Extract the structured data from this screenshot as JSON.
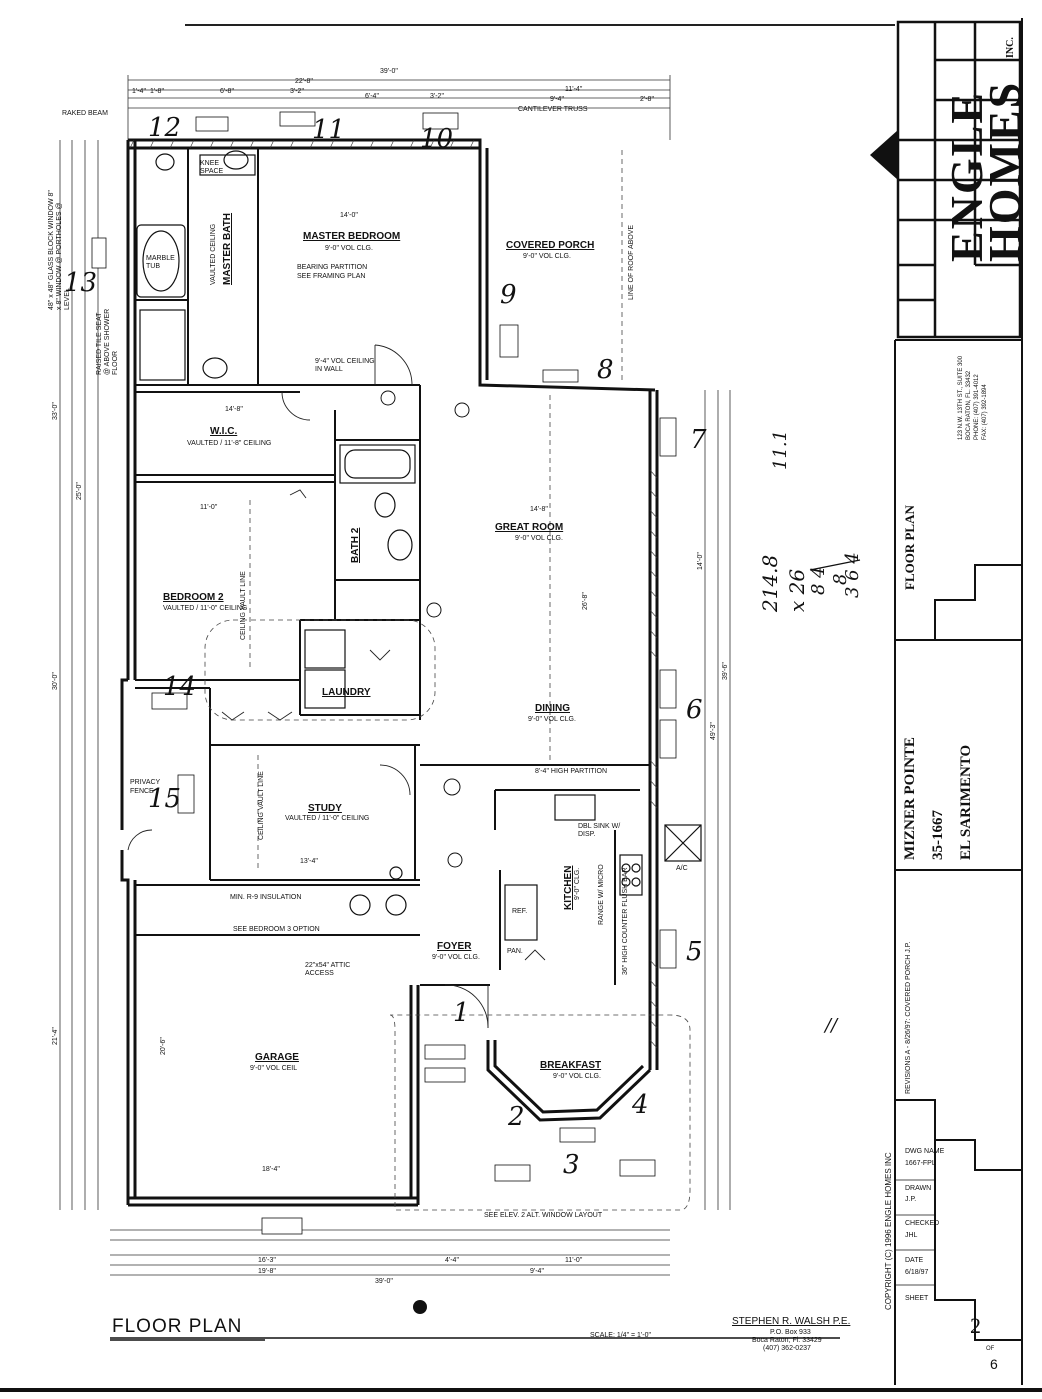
{
  "sheet": {
    "bottom_title": "FLOOR PLAN",
    "scale_label": "SCALE: 1/4\" = 1'-0\"",
    "engineer": {
      "name": "STEPHEN R. WALSH P.E.",
      "line1": "P.O. Box 933",
      "line2": "Boca Raton, Fl. 33429",
      "line3": "(407) 362-0237"
    }
  },
  "rooms": {
    "master_bedroom": "MASTER BEDROOM",
    "master_bedroom_sub": "9'-0\" VOL CLG.",
    "covered_porch": "COVERED PORCH",
    "covered_porch_sub": "9'-0\" VOL CLG.",
    "master_bath": "MASTER BATH",
    "master_bath_sub": "VAULTED CEILING",
    "wic": "W.I.C.",
    "wic_sub": "VAULTED / 11'-8\" CEILING",
    "great_room": "GREAT ROOM",
    "great_room_sub": "9'-0\" VOL CLG.",
    "bedroom2": "BEDROOM 2",
    "bedroom2_sub": "VAULTED / 11'-0\" CEILING",
    "bath2": "BATH 2",
    "laundry": "LAUNDRY",
    "dining": "DINING",
    "dining_sub": "9'-0\" VOL CLG.",
    "study": "STUDY",
    "study_sub": "VAULTED / 11'-0\" CEILING",
    "kitchen": "KITCHEN",
    "kitchen_sub": "9'-0\" CLG.",
    "foyer": "FOYER",
    "foyer_sub": "9'-0\" VOL CLG.",
    "garage": "GARAGE",
    "garage_sub": "9'-0\" VOL CEIL",
    "breakfast": "BREAKFAST",
    "breakfast_sub": "9'-0\" VOL CLG.",
    "privacy_fence": "PRIVACY FENCE"
  },
  "notes": {
    "cantilever": "CANTILEVER TRUSS",
    "rafted_beam": "RAKED BEAM",
    "bearing_partition": "BEARING PARTITION",
    "see_framing": "SEE FRAMING PLAN",
    "line_of_roof": "LINE OF ROOF ABOVE",
    "vol_ceiling_wall": "9'-4\" VOL CEILING IN WALL",
    "ceiling_vault_line": "CEILING VAULT LINE",
    "high_partition": "8'-4\" HIGH PARTITION",
    "min_insulation": "MIN. R-9 INSULATION",
    "see_bedroom_option": "SEE BEDROOM 3 OPTION",
    "attic_access": "22\"x54\" ATTIC ACCESS",
    "see_elev": "SEE ELEV. 2 ALT. WINDOW LAYOUT",
    "range": "RANGE W/ MICRO",
    "dbl_sink": "DBL SINK W/ DISP.",
    "bar_note": "36\" HIGH COUNTER FLUSH BAR",
    "ac": "A/C",
    "marble_tub": "MARBLE TUB",
    "knee_space": "KNEE SPACE",
    "raised_tile": "RAISED TILE SEAT @ ABOVE SHOWER FLOOR",
    "glass_block": "48\" x 48\" GLASS BLOCK WINDOW 8\" x 8\" WINDOW @ PORTHOLES @ LEVEL",
    "pantry": "PAN.",
    "ref": "REF."
  },
  "dimensions": {
    "top_total": "39'-0\"",
    "top_sub1": "22'-8\"",
    "top_sub2": "11'-4\"",
    "top_a": "1'-4\"",
    "top_b": "1'-8\"",
    "top_c": "6'-8\"",
    "top_d": "3'-2\"",
    "top_e": "6'-4\"",
    "top_f": "3'-2\"",
    "top_g": "9'-4\"",
    "top_h": "2'-8\"",
    "bottom_total": "39'-0\"",
    "bottom_a": "19'-8\"",
    "bottom_b": "16'-3\"",
    "bottom_c": "9'-4\"",
    "bottom_d": "11'-0\"",
    "bottom_e": "4'-4\"",
    "left_total1": "33'-0\"",
    "left_total2": "30'-0\"",
    "left_total3": "21'-4\"",
    "left_a": "25'-0\"",
    "right_total": "49'-3\"",
    "right_a": "39'-6\"",
    "right_b": "14'-0\"",
    "mb_width": "14'-0\"",
    "gr_width": "14'-8\"",
    "gr_depth": "26'-8\"",
    "br2_width": "11'-0\"",
    "study_width": "13'-4\"",
    "garage_width": "18'-4\"",
    "garage_depth": "20'-6\"",
    "wic_width": "14'-8\""
  },
  "handwriting": {
    "n1": "1",
    "n2": "2",
    "n3": "3",
    "n4": "4",
    "n5": "5",
    "n6": "6",
    "n7": "7",
    "n8": "8",
    "n9": "9",
    "n10": "10",
    "n11": "11",
    "n12": "12",
    "n13": "13",
    "n14": "14",
    "n15": "15",
    "calc1": "214.8",
    "calc2": "x 26",
    "calc3": "8 4",
    "calc4": "8",
    "calc5": "3 6 4",
    "note_11": "11.1",
    "tick": "//"
  },
  "title_block": {
    "company_line1": "ENGLE",
    "company_line2": "HOMES",
    "company_inc": "INC.",
    "address1": "123 N.W. 13TH ST., SUITE 300",
    "address2": "BOCA RATON, FL. 33432",
    "address3": "PHONE: (407) 391-4012",
    "address4": "FAX: (407) 392-1894",
    "sheet_title": "FLOOR PLAN",
    "project1": "MIZNER POINTE",
    "project2": "35-1667",
    "project3": "EL SARIMENTO",
    "revisions": "REVISIONS  A - 8/26/97: COVERED PORCH   J.P.",
    "copyright": "COPYRIGHT (C) 1996  ENGLE HOMES INC",
    "dwg_name_label": "DWG NAME",
    "dwg_name": "1667-FPL",
    "drawn_label": "DRAWN",
    "drawn": "J.P.",
    "checked_label": "CHECKED",
    "checked": "JHL",
    "date_label": "DATE",
    "date": "6/18/97",
    "sheet_label": "SHEET",
    "sheet_no": "2",
    "sheet_of": "OF",
    "sheet_total": "6"
  }
}
